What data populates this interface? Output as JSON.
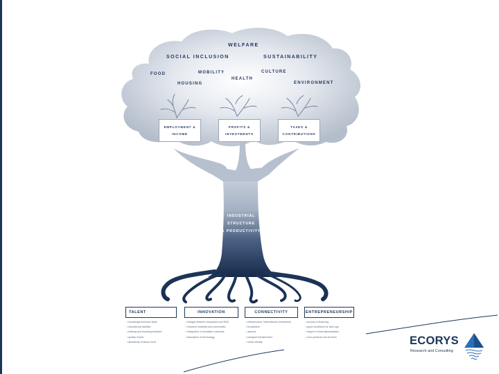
{
  "canopy": {
    "welfare": "WELFARE",
    "social_inclusion": "SOCIAL INCLUSION",
    "sustainability": "SUSTAINABILITY",
    "food": "FOOD",
    "mobility": "MOBILITY",
    "culture": "CULTURE",
    "health": "HEALTH",
    "housing": "HOUSING",
    "environment": "ENVIRONMENT"
  },
  "boxes": [
    {
      "line1": "EMPLOYMENT &",
      "line2": "INCOME"
    },
    {
      "line1": "PROFITS &",
      "line2": "INVESTMENTS"
    },
    {
      "line1": "TAXES &",
      "line2": "CONTRIBUTIONS"
    }
  ],
  "trunk": [
    "INDUSTRIAL",
    "STRUCTURE",
    "& PRODUCTIVITY"
  ],
  "roots": [
    {
      "title": "TALENT",
      "items": [
        "knowledge intensive skills",
        "educational facilities",
        "training and teaching institutes",
        "quality of jobs",
        "attractivity of labour force"
      ]
    },
    {
      "title": "INNOVATION",
      "items": [
        "linkage between companies and R&D",
        "research institutes and universities",
        "integration in innovation networks",
        "absorption of technology"
      ]
    },
    {
      "title": "CONNECTIVITY",
      "items": [
        "infrastructure: international connections",
        "broadband",
        "airports",
        "transport infrastructure",
        "urban density"
      ]
    },
    {
      "title": "ENTREPRENEURSHIP",
      "items": [
        "access to financing",
        "good conditions for start-ups",
        "degree of internationalisation",
        "new products and services"
      ]
    }
  ],
  "logo": {
    "name": "ECORYS",
    "tagline": "Research and Consulting"
  },
  "colors": {
    "navy": "#1d3559",
    "canopy": "#c5ccd8",
    "trunk_light": "#c9d0dc"
  }
}
